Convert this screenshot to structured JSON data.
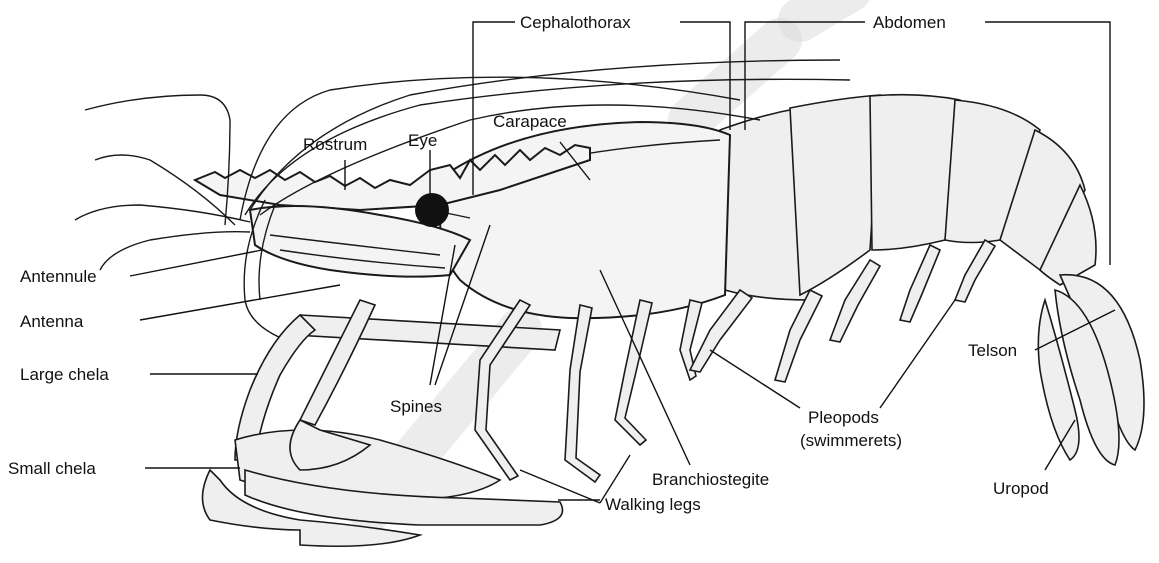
{
  "labels": {
    "cephalothorax": "Cephalothorax",
    "abdomen": "Abdomen",
    "eye": "Eye",
    "rostrum": "Rostrum",
    "carapace": "Carapace",
    "antennule": "Antennule",
    "antenna": "Antenna",
    "large_chela": "Large chela",
    "small_chela": "Small chela",
    "spines": "Spines",
    "branchiostegite": "Branchiostegite",
    "walking_legs": "Walking legs",
    "pleopods": "Pleopods",
    "swimmerets": "(swimmerets)",
    "telson": "Telson",
    "uropod": "Uropod"
  }
}
